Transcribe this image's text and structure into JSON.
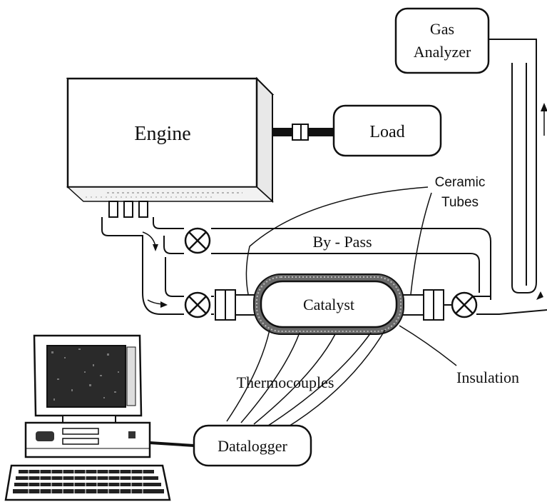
{
  "labels": {
    "engine": "Engine",
    "load": "Load",
    "gas_analyzer_line1": "Gas",
    "gas_analyzer_line2": "Analyzer",
    "ceramic_line1": "Ceramic",
    "ceramic_line2": "Tubes",
    "bypass": "By - Pass",
    "catalyst": "Catalyst",
    "thermocouples": "Thermocouples",
    "insulation": "Insulation",
    "datalogger": "Datalogger"
  },
  "colors": {
    "ink": "#111111",
    "paper": "#ffffff",
    "screen": "#2a2a2a",
    "insulation": "#555555"
  },
  "icons": {
    "valve": "valve-circle-x-icon",
    "coupling": "flange-coupling-icon",
    "computer": "desktop-computer-icon"
  }
}
